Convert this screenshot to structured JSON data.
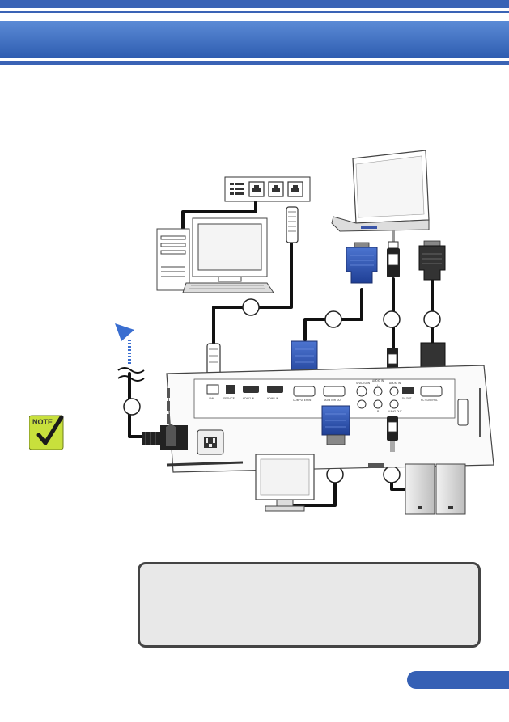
{
  "note": {
    "label": "NOTE"
  },
  "ports": {
    "lan": "LAN",
    "service": "SERVICE",
    "hdmi2": "HDMI2 IN",
    "hdmi1": "HDMI1 IN",
    "computer_in": "COMPUTER IN",
    "monitor_out": "MONITOR OUT",
    "svideo_in": "S-VIDEO IN",
    "audio_in_lr": "AUDIO IN",
    "audio_in": "AUDIO IN",
    "audio_out": "AUDIO OUT",
    "dc_out": "5V OUT",
    "pc_control": "PC CONTROL",
    "left_ch": "L",
    "right_ch": "R"
  },
  "colors": {
    "header": "#3a63b5",
    "vga_connector": "#2f56b8",
    "note_badge": "#c8e03c"
  }
}
